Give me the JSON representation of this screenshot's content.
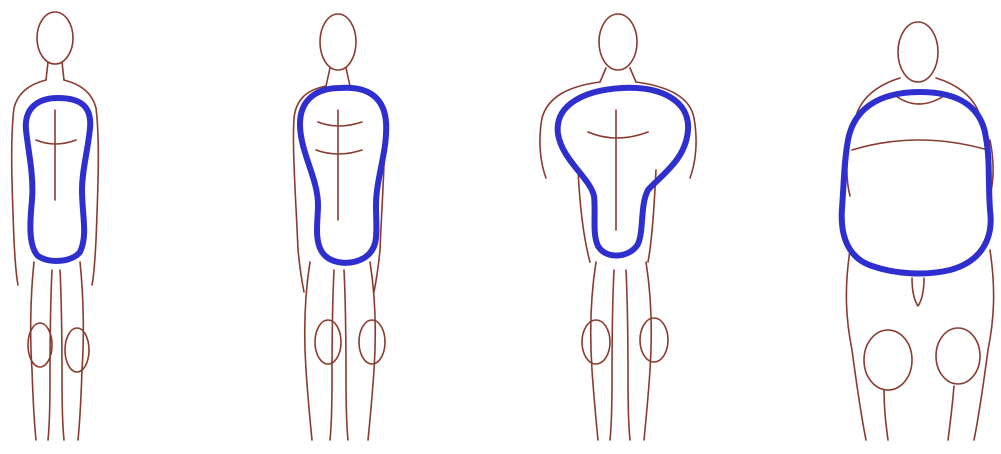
{
  "figure": {
    "figures": [
      {
        "id": "figure-1",
        "build": "slim"
      },
      {
        "id": "figure-2",
        "build": "average"
      },
      {
        "id": "figure-3",
        "build": "muscular"
      },
      {
        "id": "figure-4",
        "build": "heavy"
      }
    ]
  },
  "colors": {
    "background": "#ffffff",
    "sketch_line": "#8a3b2e",
    "torso_outline": "#2f2fd0"
  }
}
